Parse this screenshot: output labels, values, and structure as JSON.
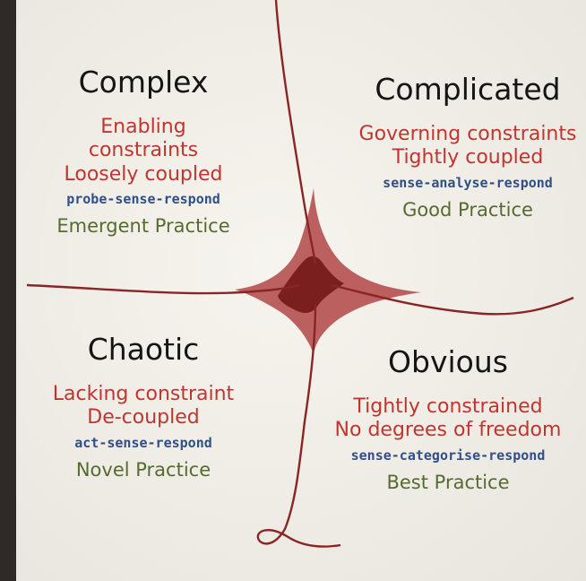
{
  "quadrants": {
    "complex": {
      "title": "Complex",
      "constraint": "Enabling constraints",
      "coupling": "Loosely coupled",
      "approach": "probe-sense-respond",
      "practice": "Emergent Practice"
    },
    "complicated": {
      "title": "Complicated",
      "constraint": "Governing constraints",
      "coupling": "Tightly coupled",
      "approach": "sense-analyse-respond",
      "practice": "Good Practice"
    },
    "chaotic": {
      "title": "Chaotic",
      "constraint": "Lacking constraint",
      "coupling": "De-coupled",
      "approach": "act-sense-respond",
      "practice": "Novel Practice"
    },
    "obvious": {
      "title": "Obvious",
      "constraint": "Tightly constrained",
      "coupling": "No degrees of freedom",
      "approach": "sense-categorise-respond",
      "practice": "Best Practice"
    }
  },
  "colors": {
    "title": "#151515",
    "constraint_text": "#c0352f",
    "approach_text": "#2f4f88",
    "practice_text": "#556b2f",
    "divider": "#8b2525",
    "center_fill": "#a84040"
  }
}
